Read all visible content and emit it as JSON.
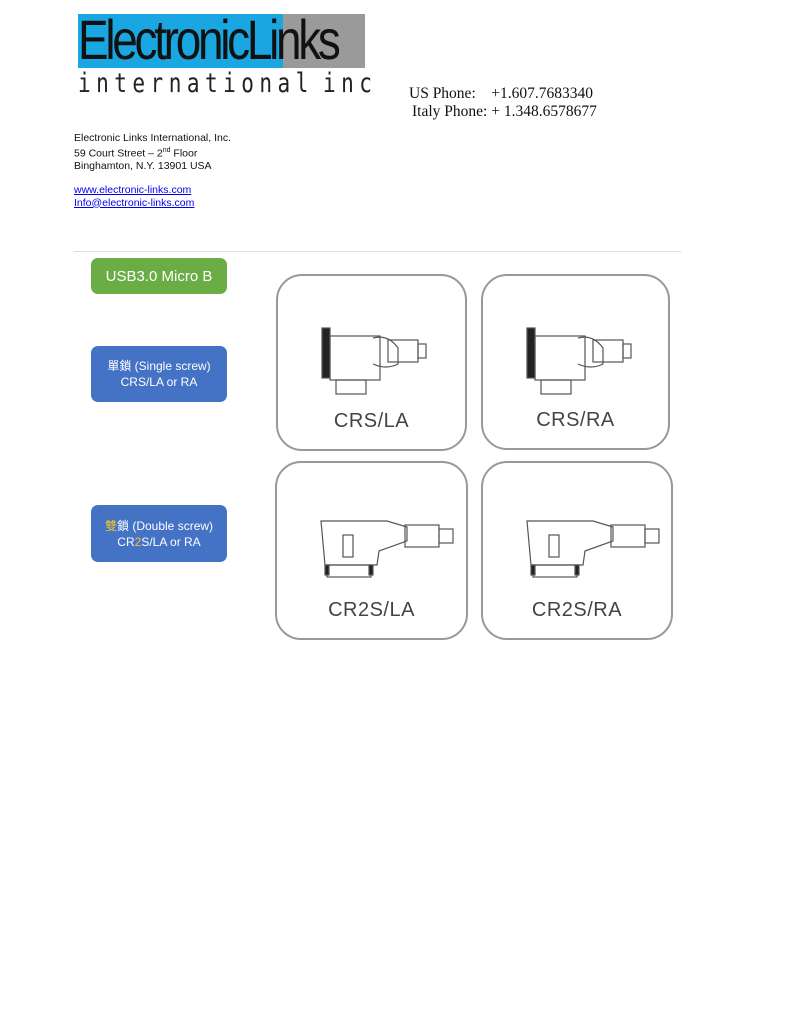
{
  "header": {
    "logo": {
      "line1": "ElectronicLinks",
      "line2": "international",
      "line3": "inc"
    },
    "us_phone": "US Phone:    +1.607.7683340",
    "italy_phone": "Italy Phone: + 1.348.6578677",
    "company": "Electronic Links International, Inc.",
    "street_pre": "59 Court Street – 2",
    "street_sup": "nd",
    "street_post": " Floor",
    "city": "Binghamton, N.Y. 13901 USA",
    "website": "www.electronic-links.com",
    "email": "Info@electronic-links.com"
  },
  "labels": {
    "type": "USB3.0 Micro B",
    "single_cn": "單鎖",
    "single_en": " (Single screw)",
    "single_sub": "CRS/LA or RA",
    "double_cn_gold": "雙",
    "double_cn": "鎖",
    "double_en": " (Double screw)",
    "double_sub_a": "CR",
    "double_sub_gold": "2",
    "double_sub_b": "S/LA or RA"
  },
  "cards": [
    "CRS/LA",
    "CRS/RA",
    "CR2S/LA",
    "CR2S/RA"
  ],
  "colors": {
    "green": "#6aad45",
    "blue": "#4472c4",
    "gold": "#f2c12e",
    "logo_blue": "#1aa6e0"
  }
}
